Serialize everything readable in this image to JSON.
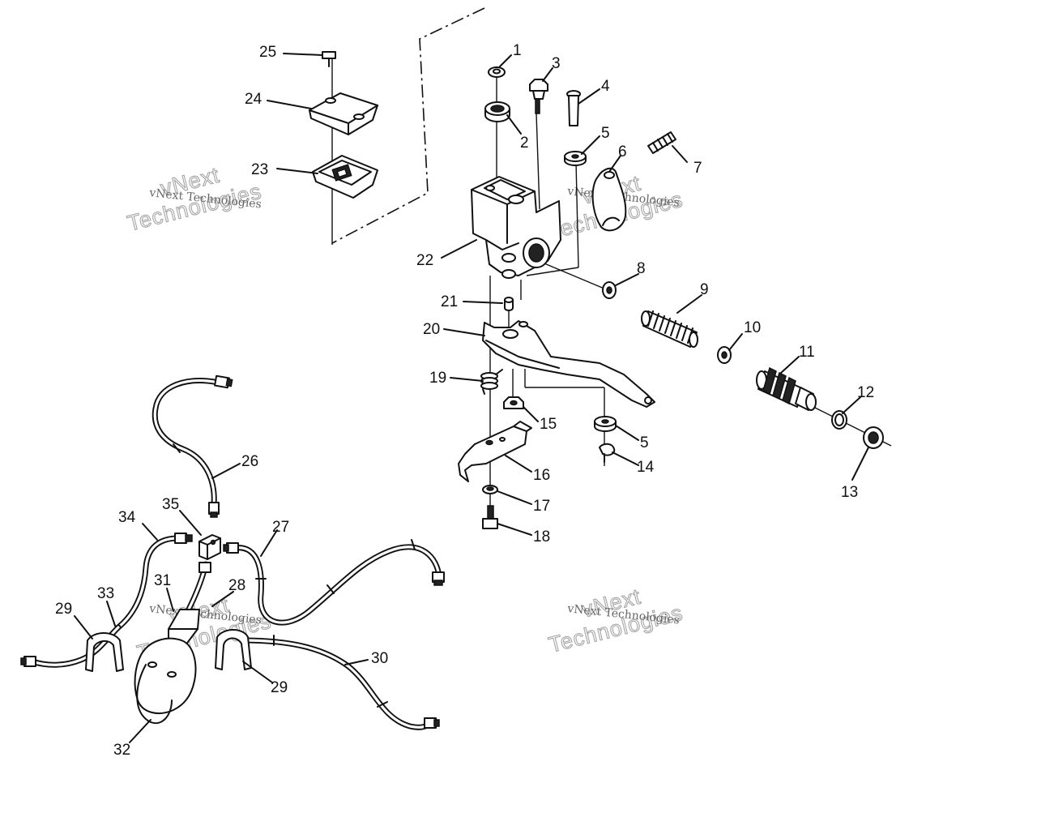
{
  "watermark": {
    "line_small": "vNext Technologies",
    "line_large_1": "vNext",
    "line_large_2": "Technologies"
  },
  "callouts": [
    "1",
    "2",
    "3",
    "4",
    "5",
    "6",
    "7",
    "8",
    "9",
    "10",
    "11",
    "12",
    "13",
    "14",
    "15",
    "16",
    "17",
    "18",
    "19",
    "20",
    "21",
    "22",
    "23",
    "24",
    "25",
    "26",
    "27",
    "28",
    "29",
    "30",
    "31",
    "32",
    "33",
    "34",
    "35"
  ]
}
